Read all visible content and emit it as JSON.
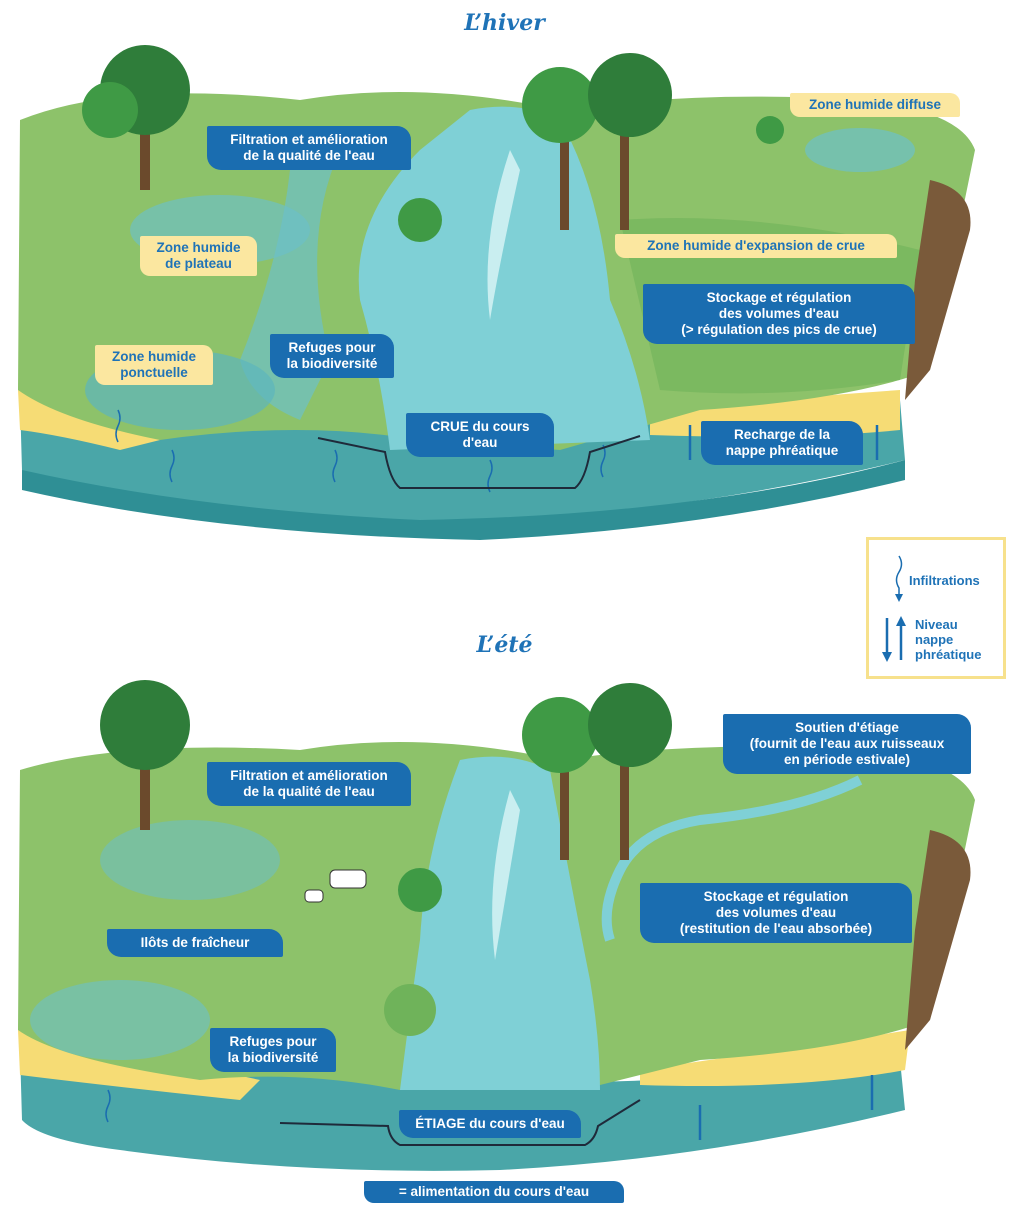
{
  "winter": {
    "title": "L’hiver",
    "labels": {
      "filtration": "Filtration et amélioration\nde la qualité de l'eau",
      "zone_diffuse": "Zone humide diffuse",
      "zone_plateau": "Zone humide\nde plateau",
      "zone_expansion": "Zone humide d'expansion de crue",
      "stockage": "Stockage et régulation\ndes volumes d'eau\n(> régulation des pics de crue)",
      "zone_ponctuelle": "Zone humide\nponctuelle",
      "refuges": "Refuges pour\nla biodiversité",
      "crue": "CRUE du cours d'eau",
      "recharge": "Recharge de la\nnappe phréatique"
    }
  },
  "legend": {
    "infiltrations": "Infiltrations",
    "niveau": "Niveau\nnappe\nphréatique"
  },
  "summer": {
    "title": "L’été",
    "labels": {
      "filtration": "Filtration et amélioration\nde la qualité de l'eau",
      "soutien": "Soutien d'étiage\n(fournit de l'eau aux ruisseaux\nen période estivale)",
      "stockage": "Stockage et régulation\ndes volumes d'eau\n(restitution de l'eau absorbée)",
      "ilots": "Ilôts de fraîcheur",
      "refuges": "Refuges pour\nla biodiversité",
      "etiage": "ÉTIAGE du cours d'eau"
    }
  },
  "bottom_label": "= alimentation du cours d'eau",
  "colors": {
    "grass": "#8dc26a",
    "grass_dark": "#5aa046",
    "water": "#7fd0d6",
    "water_dark": "#3fb1bd",
    "ground": "#4aa6a8",
    "sand": "#f6dc75",
    "label_blue": "#1a6db0",
    "label_yellow": "#fbe7a0",
    "title_blue": "#1f73b7"
  }
}
